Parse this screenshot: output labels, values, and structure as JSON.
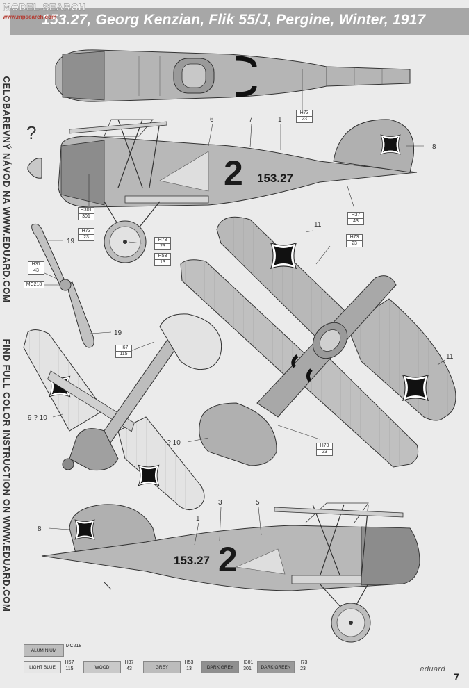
{
  "header": {
    "logo": "MODEL SEARCH",
    "logo_sub": "www.mpsearch.com",
    "title": "153.27, Georg Kenzian, Flik 55/J, Pergine, Winter, 1917"
  },
  "side_text": {
    "part1": "CELOBAREVNÝ NÁVOD NA WWW.EDUARD.COM",
    "part2": "FIND FULL COLOR INSTRUCTION ON WWW.EDUARD.COM"
  },
  "markings": {
    "question": "?",
    "side_number": "2",
    "serial": "153.27"
  },
  "callouts": {
    "c1": "1",
    "c3": "3",
    "c5": "5",
    "c6": "6",
    "c7": "7",
    "c8": "8",
    "c9_10": "9 ? 10",
    "c11": "11",
    "c19": "19"
  },
  "codes": {
    "h73": {
      "name": "H73",
      "num": "23"
    },
    "h37": {
      "name": "H37",
      "num": "43"
    },
    "h301": {
      "name": "H301",
      "num": "301"
    },
    "h53": {
      "name": "H53",
      "num": "13"
    },
    "h67": {
      "name": "H67",
      "num": "115"
    },
    "mc218": {
      "name": "MC218"
    }
  },
  "legend": {
    "aluminium": {
      "label": "ALUMINIUM",
      "code": "MC218",
      "color": "#bdbdbd"
    },
    "light_blue": {
      "label": "LIGHT BLUE",
      "code": "H67",
      "num": "115",
      "color": "#e6e6e6"
    },
    "wood": {
      "label": "WOOD",
      "code": "H37",
      "num": "43",
      "color": "#c9c9c9"
    },
    "grey": {
      "label": "GREY",
      "code": "H53",
      "num": "13",
      "color": "#bcbcbc"
    },
    "dark_grey": {
      "label": "DARK GREY",
      "code": "H301",
      "num": "301",
      "color": "#8f8f8f"
    },
    "dark_green": {
      "label": "DARK GREEN",
      "code": "H73",
      "num": "23",
      "color": "#9a9a9a"
    }
  },
  "footer": {
    "brand": "eduard",
    "page_number": "7"
  }
}
